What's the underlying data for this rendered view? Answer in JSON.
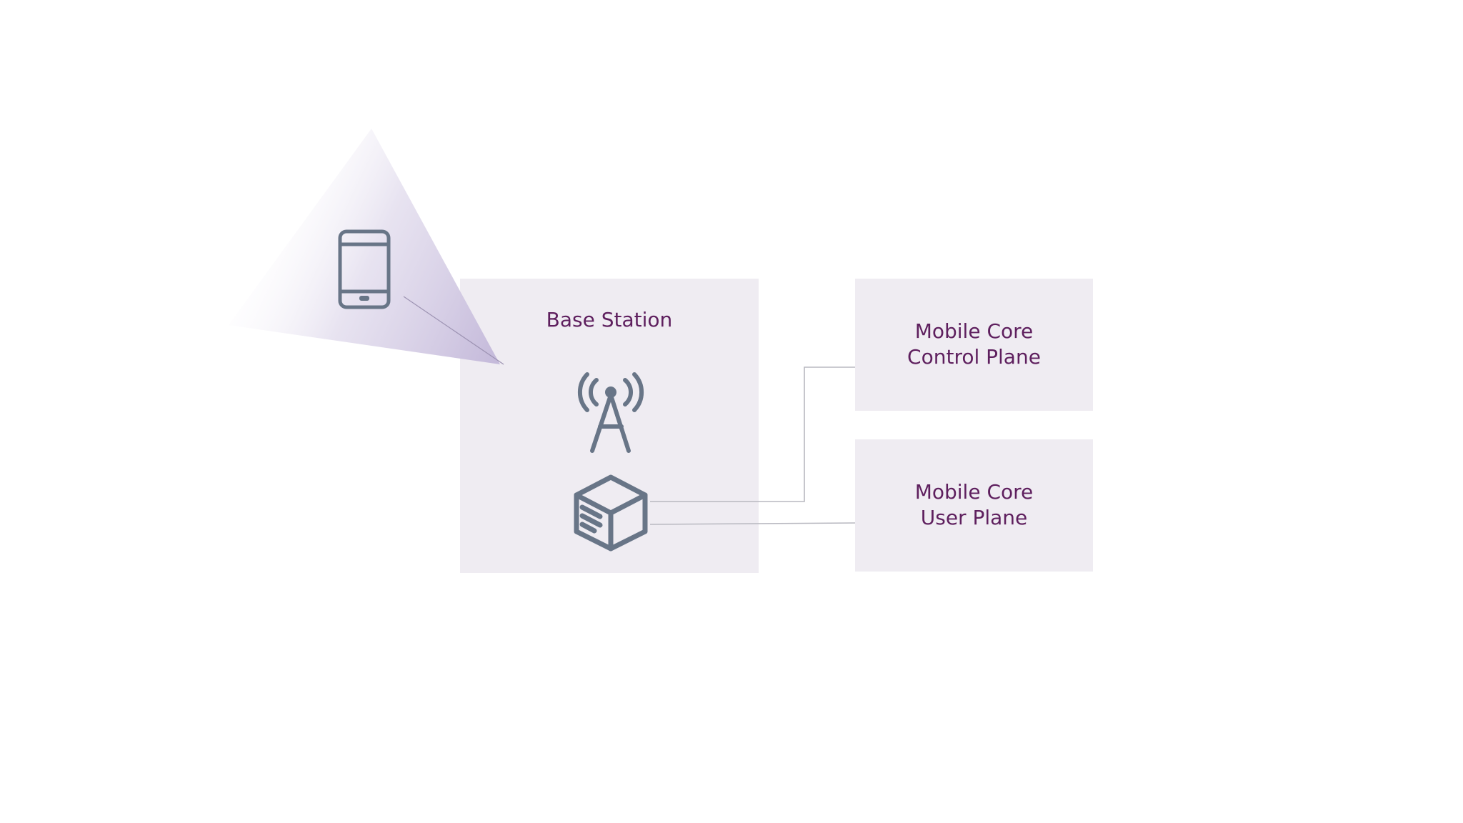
{
  "colors": {
    "box_fill": "#efecf2",
    "label": "#5e1f5e",
    "icon": "#687587",
    "connector": "#b8b8c0",
    "beam": "#c7bedc"
  },
  "nodes": {
    "base_station": {
      "label": "Base Station",
      "icons": [
        "cell-tower-icon",
        "radio-unit-box-icon"
      ]
    },
    "core_control_plane": {
      "label_line1": "Mobile Core",
      "label_line2": "Control Plane"
    },
    "core_user_plane": {
      "label_line1": "Mobile Core",
      "label_line2": "User Plane"
    }
  },
  "devices": {
    "phone": {
      "icon": "smartphone-icon"
    }
  },
  "edges": [
    {
      "from": "phone",
      "to": "base_station"
    },
    {
      "from": "base_station",
      "to": "core_control_plane"
    },
    {
      "from": "base_station",
      "to": "core_user_plane"
    }
  ]
}
